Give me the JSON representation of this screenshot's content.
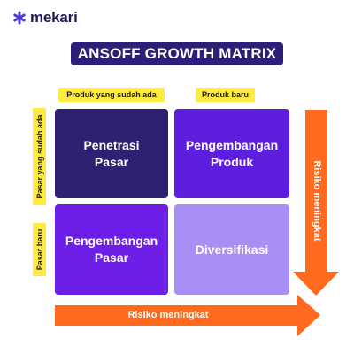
{
  "brand": {
    "name": "mekari",
    "logo_icon": "mekari-star-icon",
    "logo_color": "#4f3bd6"
  },
  "title": "ANSOFF GROWTH MATRIX",
  "columns": [
    "Produk yang sudah ada",
    "Produk baru"
  ],
  "rows": [
    "Pasar yang sudah ada",
    "Pasar baru"
  ],
  "cells": [
    {
      "line1": "Penetrasi",
      "line2": "Pasar",
      "color": "#2e2172"
    },
    {
      "line1": "Pengembangan",
      "line2": "Produk",
      "color": "#5e1ee0"
    },
    {
      "line1": "Pengembangan",
      "line2": "Pasar",
      "color": "#6d1fe8"
    },
    {
      "line1": "Diversifikasi",
      "line2": "",
      "color": "#a98ef4"
    }
  ],
  "arrows": {
    "vertical_label": "Risiko meningkat",
    "horizontal_label": "Risiko meningkat",
    "color": "#ff6a1f"
  },
  "colors": {
    "title_bg": "#2b1f78",
    "tag_bg": "#ffea3f"
  }
}
